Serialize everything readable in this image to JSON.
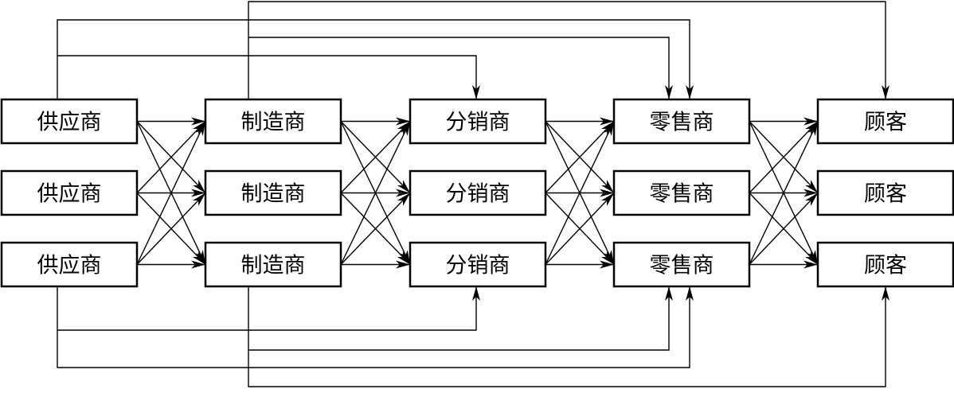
{
  "columns": [
    {
      "label": "供应商",
      "count": 3
    },
    {
      "label": "制造商",
      "count": 3
    },
    {
      "label": "分销商",
      "count": 3
    },
    {
      "label": "零售商",
      "count": 3
    },
    {
      "label": "顾客",
      "count": 3
    }
  ],
  "connections": {
    "adjacent": "full-mesh",
    "top_bypass": [
      {
        "from": "供应商",
        "to": "分销商"
      },
      {
        "from": "供应商",
        "to": "零售商"
      },
      {
        "from": "制造商",
        "to": "零售商"
      },
      {
        "from": "制造商",
        "to": "顾客"
      }
    ],
    "bottom_bypass": [
      {
        "from": "供应商",
        "to": "分销商"
      },
      {
        "from": "供应商",
        "to": "零售商"
      },
      {
        "from": "制造商",
        "to": "零售商"
      },
      {
        "from": "制造商",
        "to": "顾客"
      }
    ]
  },
  "style": {
    "stroke": "#000000",
    "fill": "#ffffff"
  }
}
